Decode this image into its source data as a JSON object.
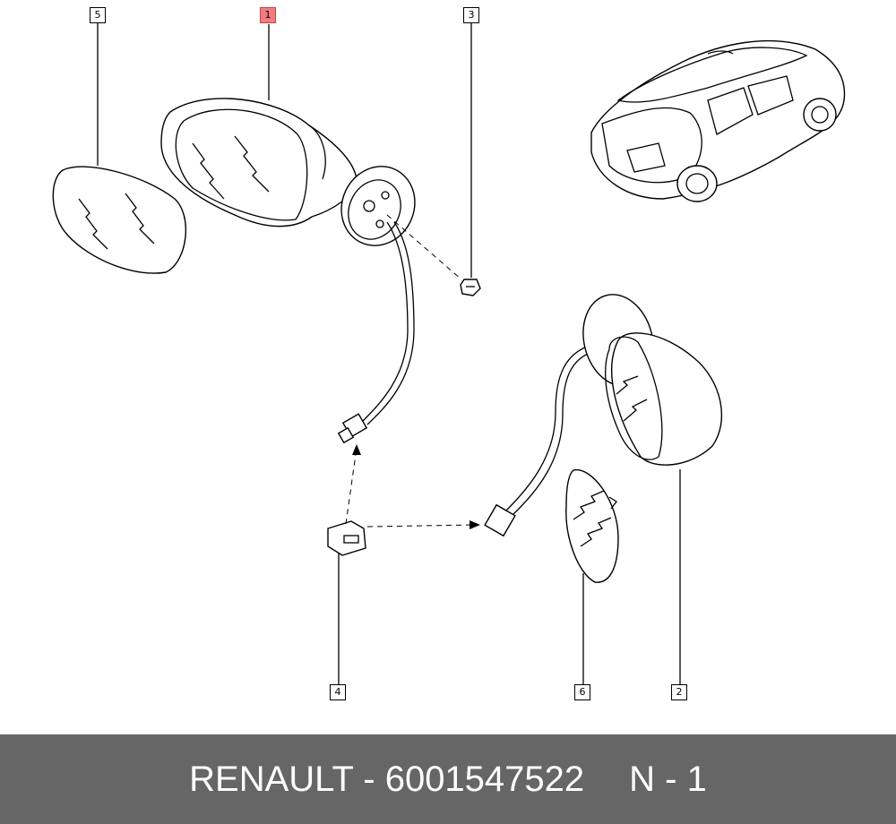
{
  "callouts": {
    "c1": "1",
    "c2": "2",
    "c3": "3",
    "c4": "4",
    "c5": "5",
    "c6": "6"
  },
  "colors": {
    "highlight": "#f07c80",
    "footer_bg": "#666666",
    "footer_text": "#ffffff"
  },
  "footer": {
    "brand_part": "RENAULT - 6001547522",
    "page": "N - 1"
  }
}
